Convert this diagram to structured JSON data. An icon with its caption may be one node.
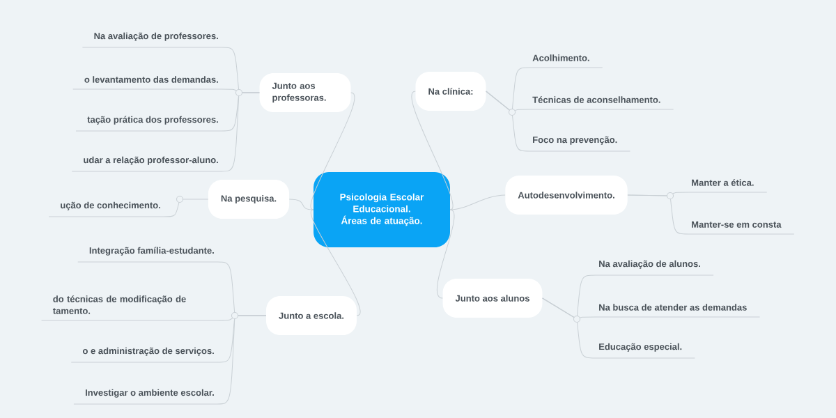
{
  "diagram": {
    "nodes": [
      {
        "text": [
          "Psicologia Escolar Educacional. Áreas de atuação."
        ]
      },
      {
        "text": [
          "Junto aos professoras."
        ]
      },
      {
        "text": [
          "Na avaliação de professores."
        ]
      },
      {
        "text": [
          "o levantamento das demandas."
        ]
      },
      {
        "text": [
          "tação prática dos professores."
        ]
      },
      {
        "text": [
          "udar a relação professor-aluno."
        ]
      },
      {
        "text": [
          "Na pesquisa."
        ]
      },
      {
        "text": [
          "ução de conhecimento."
        ]
      },
      {
        "text": [
          "Junto a escola."
        ]
      },
      {
        "text": [
          "Integração família-estudante."
        ]
      },
      {
        "text": [
          "do técnicas de modificação de tamento."
        ]
      },
      {
        "text": [
          "o e administração de serviços."
        ]
      },
      {
        "text": [
          "Investigar o ambiente escolar."
        ]
      },
      {
        "text": [
          "Na clínica:"
        ]
      },
      {
        "text": [
          "Acolhimento."
        ]
      },
      {
        "text": [
          "Técnicas de aconselhamento."
        ]
      },
      {
        "text": [
          "Foco na prevenção."
        ]
      },
      {
        "text": [
          "Autodesenvolvimento."
        ]
      },
      {
        "text": [
          "Manter a ética."
        ]
      },
      {
        "text": [
          "Manter-se em consta"
        ]
      },
      {
        "text": [
          "Junto aos alunos"
        ]
      },
      {
        "text": [
          "Na avaliação de alunos."
        ]
      },
      {
        "text": [
          "Na busca de atender as demandas"
        ]
      },
      {
        "text": [
          "Educação especial."
        ]
      }
    ],
    "edges": [
      {
        "from": 0,
        "to": 1,
        "arrow": "none"
      },
      {
        "from": 1,
        "to": 2,
        "arrow": "none"
      },
      {
        "from": 1,
        "to": 3,
        "arrow": "none"
      },
      {
        "from": 1,
        "to": 4,
        "arrow": "none"
      },
      {
        "from": 1,
        "to": 5,
        "arrow": "none"
      },
      {
        "from": 0,
        "to": 6,
        "arrow": "none"
      },
      {
        "from": 6,
        "to": 7,
        "arrow": "none"
      },
      {
        "from": 0,
        "to": 8,
        "arrow": "none"
      },
      {
        "from": 8,
        "to": 9,
        "arrow": "none"
      },
      {
        "from": 8,
        "to": 10,
        "arrow": "none"
      },
      {
        "from": 8,
        "to": 11,
        "arrow": "none"
      },
      {
        "from": 8,
        "to": 12,
        "arrow": "none"
      },
      {
        "from": 0,
        "to": 13,
        "arrow": "none"
      },
      {
        "from": 13,
        "to": 14,
        "arrow": "none"
      },
      {
        "from": 13,
        "to": 15,
        "arrow": "none"
      },
      {
        "from": 13,
        "to": 16,
        "arrow": "none"
      },
      {
        "from": 0,
        "to": 17,
        "arrow": "none"
      },
      {
        "from": 17,
        "to": 18,
        "arrow": "none"
      },
      {
        "from": 17,
        "to": 19,
        "arrow": "none"
      },
      {
        "from": 0,
        "to": 20,
        "arrow": "none"
      },
      {
        "from": 20,
        "to": 21,
        "arrow": "none"
      },
      {
        "from": 20,
        "to": 22,
        "arrow": "none"
      },
      {
        "from": 20,
        "to": 23,
        "arrow": "none"
      }
    ]
  }
}
